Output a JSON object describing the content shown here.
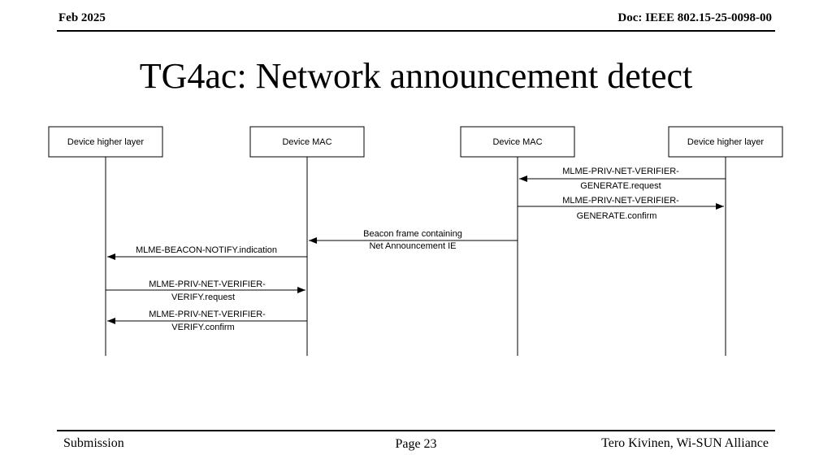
{
  "header": {
    "date": "Feb 2025",
    "doc_id": "Doc: IEEE 802.15-25-0098-00"
  },
  "slide": {
    "title": "TG4ac: Network announcement detect"
  },
  "diagram": {
    "participants": [
      "Device higher layer",
      "Device MAC",
      "Device MAC",
      "Device higher layer"
    ],
    "messages": [
      {
        "from": 3,
        "to": 2,
        "lines": [
          "MLME-PRIV-NET-VERIFIER-",
          "GENERATE.request"
        ]
      },
      {
        "from": 2,
        "to": 3,
        "lines": [
          "MLME-PRIV-NET-VERIFIER-",
          "GENERATE.confirm"
        ]
      },
      {
        "from": 2,
        "to": 1,
        "lines": [
          "Beacon frame containing",
          "Net Announcement IE"
        ]
      },
      {
        "from": 1,
        "to": 0,
        "lines": [
          "MLME-BEACON-NOTIFY.indication"
        ]
      },
      {
        "from": 0,
        "to": 1,
        "lines": [
          "MLME-PRIV-NET-VERIFIER-",
          "VERIFY.request"
        ]
      },
      {
        "from": 1,
        "to": 0,
        "lines": [
          "MLME-PRIV-NET-VERIFIER-",
          "VERIFY.confirm"
        ]
      }
    ]
  },
  "footer": {
    "left": "Submission",
    "center": "Page 23",
    "right": "Tero Kivinen, Wi-SUN Alliance"
  }
}
